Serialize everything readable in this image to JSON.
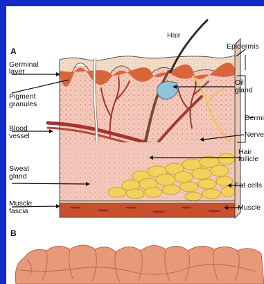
{
  "panels": {
    "a": "A",
    "b": "B"
  },
  "labels": {
    "hair": "Hair",
    "epidermis": "Epidermis",
    "germinal_1": "Germinal",
    "germinal_2": "layer",
    "oil_1": "Oil",
    "oil_2": "gland",
    "pigment_1": "Pigment",
    "pigment_2": "granules",
    "dermis": "Dermis",
    "nerve": "Nerve",
    "blood_1": "Blood",
    "blood_2": "vessel",
    "hair_follicle_1": "Hair",
    "hair_follicle_2": "follicle",
    "sweat_1": "Sweat",
    "sweat_2": "gland",
    "fat": "Fat cells",
    "fascia_1": "Muscle",
    "fascia_2": "fascia",
    "muscle": "Muscle"
  },
  "colors": {
    "frame_border": "#1428c8",
    "epidermis": "#f1dcc6",
    "germinal": "#d8663a",
    "dermis": "#f3c8ba",
    "blood_vessel": "#a4322c",
    "oil_gland": "#8fc4d9",
    "fat": "#f2d25a",
    "fascia": "#e7b9a2",
    "muscle": "#c9502f",
    "cells": "#e79a7a",
    "nerve": "#e8c84a"
  }
}
